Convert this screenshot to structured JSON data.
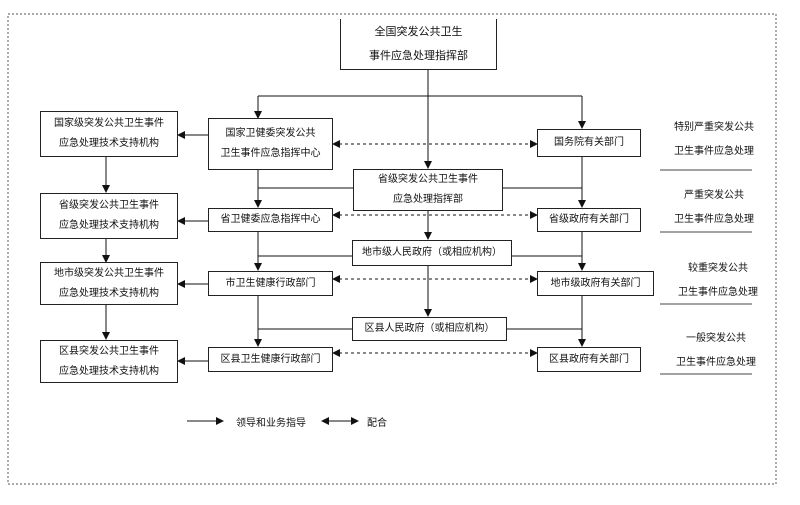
{
  "command": {
    "line1": "全国突发公共卫生",
    "line2": "事件应急处理指挥部"
  },
  "left_column": [
    {
      "line1": "国家级突发公共卫生事件",
      "line2": "应急处理技术支持机构"
    },
    {
      "line1": "省级突发公共卫生事件",
      "line2": "应急处理技术支持机构"
    },
    {
      "line1": "地市级突发公共卫生事件",
      "line2": "应急处理技术支持机构"
    },
    {
      "line1": "区县突发公共卫生事件",
      "line2": "应急处理技术支持机构"
    }
  ],
  "health_column": [
    {
      "line1": "国家卫健委突发公共",
      "line2": "卫生事件应急指挥中心"
    },
    {
      "line1": "省卫健委应急指挥中心"
    },
    {
      "line1": "市卫生健康行政部门"
    },
    {
      "line1": "区县卫生健康行政部门"
    }
  ],
  "government_column": [
    {
      "line1": "国务院有关部门"
    },
    {
      "line1": "省级政府有关部门"
    },
    {
      "line1": "地市级政府有关部门"
    },
    {
      "line1": "区县政府有关部门"
    }
  ],
  "middle_boxes": [
    {
      "line1": "省级突发公共卫生事件",
      "line2": "应急处理指挥部"
    },
    {
      "line1": "地市级人民政府（或相应机构）"
    },
    {
      "line1": "区县人民政府（或相应机构）"
    }
  ],
  "response_levels": [
    {
      "line1": "特别严重突发公共",
      "line2": "卫生事件应急处理"
    },
    {
      "line1": "严重突发公共",
      "line2": "卫生事件应急处理"
    },
    {
      "line1": "较重突发公共",
      "line2": "卫生事件应急处理"
    },
    {
      "line1": "一般突发公共",
      "line2": "卫生事件应急处理"
    }
  ],
  "legend": {
    "lead_label": "领导和业务指导",
    "coop_label": "配合"
  }
}
